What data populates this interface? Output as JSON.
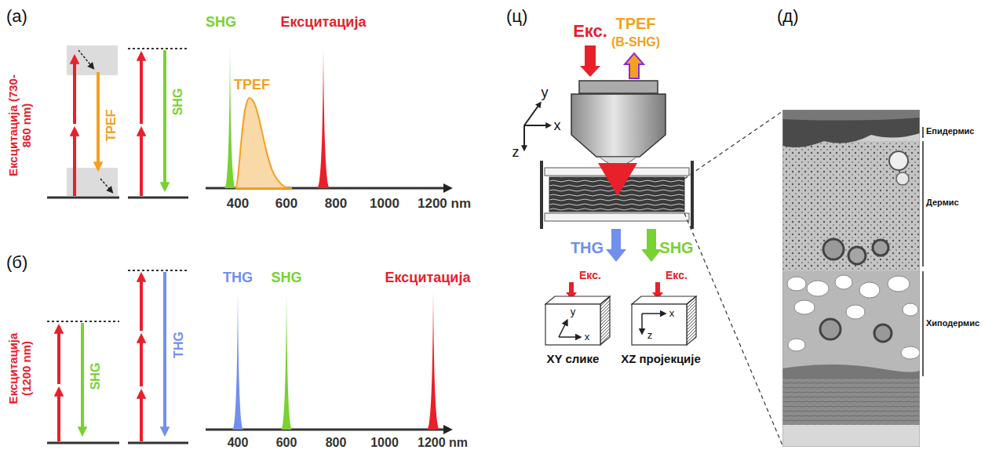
{
  "diagram": {
    "labels": [
      "(а)",
      "Ексцитација (730-860 nm)",
      "TPEF",
      "SHG",
      "SHG",
      "TPEF",
      "Ексцитација",
      "400",
      "600",
      "800",
      "1000",
      "1200 nm",
      "(б)",
      "Ексцитација (1200 nm)",
      "SHG",
      "THG",
      "THG",
      "SHG",
      "Ексцитација",
      "400",
      "600",
      "800",
      "1000",
      "1200 nm",
      "(ц)",
      "Екс.",
      "TPEF",
      "(B-SHG)",
      "y",
      "x",
      "z",
      "THG",
      "SHG",
      "Екс.",
      "y",
      "x",
      "XY слике",
      "Екс.",
      "x",
      "z",
      "XZ пројекције",
      "(д)",
      "Епидермис",
      "Дермис",
      "Хиподермис"
    ]
  }
}
